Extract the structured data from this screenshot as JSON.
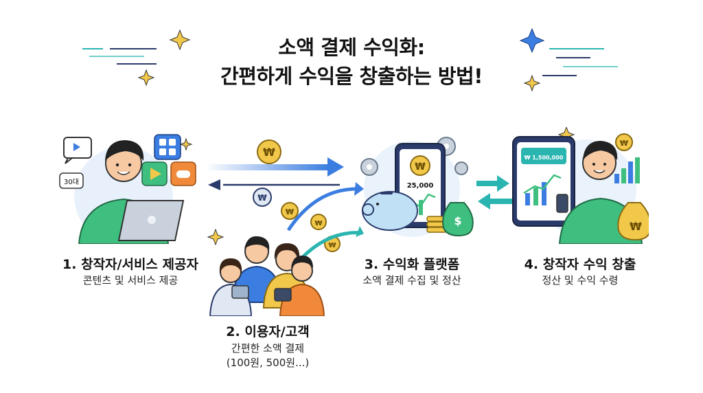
{
  "title": {
    "line1": "소액 결제 수익화:",
    "line2": "간편하게 수익을 창출하는 방법!"
  },
  "steps": [
    {
      "title": "1. 창작자/서비스 제공자",
      "subtitle": "콘텐츠 및 서비스 제공"
    },
    {
      "title": "2. 이용자/고객",
      "subtitle": "간편한 소액 결제",
      "subtitle2": "(100원, 500원...)"
    },
    {
      "title": "3. 수익화 플랫폼",
      "subtitle": "소액 결제 수집 및 정산"
    },
    {
      "title": "4. 창작자 수익 창출",
      "subtitle": "정산 및 수익 수령"
    }
  ],
  "illustration_text": {
    "age_badge": "30대",
    "platform_amount": "25,000",
    "wallet_amount": "₩ 1,500,000",
    "won_symbol": "₩",
    "dollar_symbol": "$"
  },
  "colors": {
    "arrow_blue": "#3b7de0",
    "arrow_teal": "#2bb5b0",
    "coin_gold": "#f2c84b",
    "shirt_green": "#3fbf7f"
  }
}
